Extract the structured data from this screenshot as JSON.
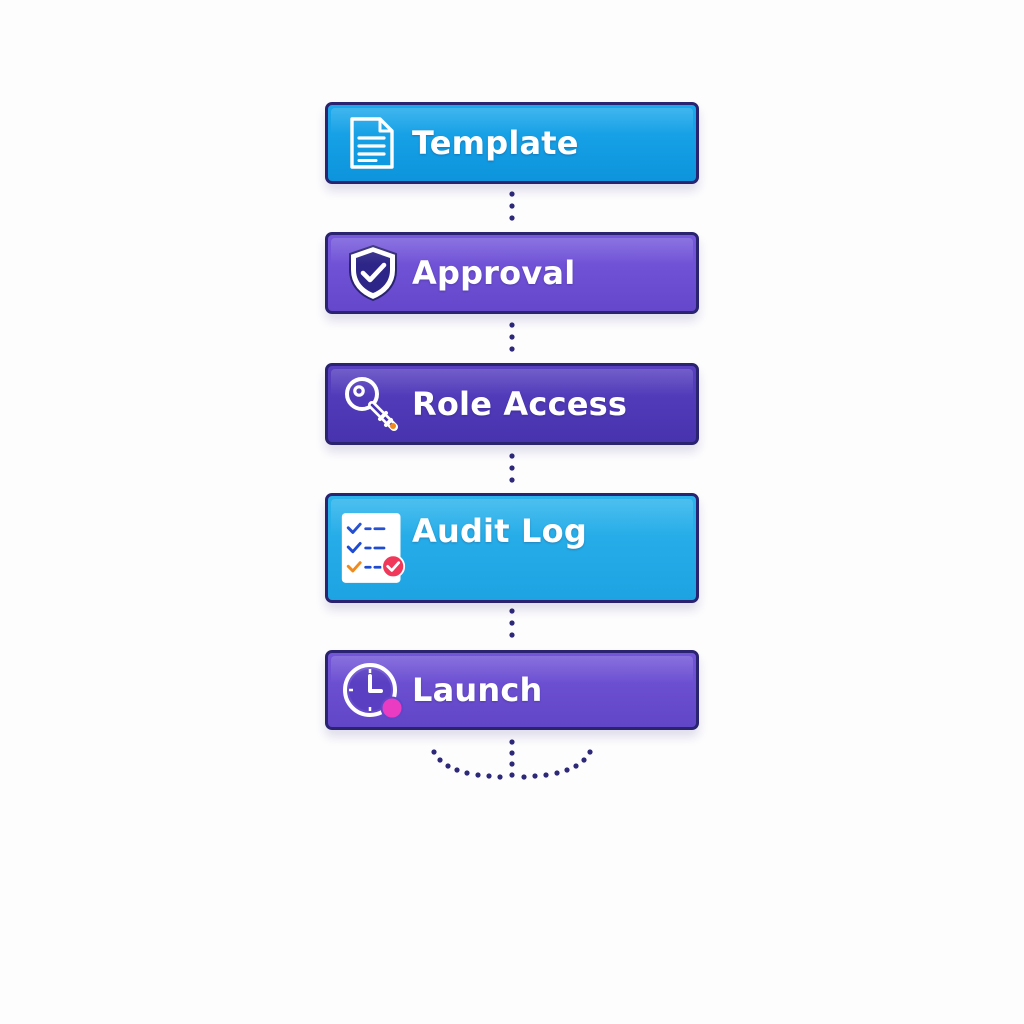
{
  "colors": {
    "blue": "#149fe6",
    "blue_light": "#27aee8",
    "purple": "#6c4fd4",
    "purple_dark": "#4e39b8",
    "outline": "#2a2370",
    "dots": "#2d2878",
    "accent_red": "#f0395a",
    "accent_pink": "#e93cc3",
    "accent_orange": "#f08a1c"
  },
  "steps": [
    {
      "label": "Template",
      "icon": "document-icon",
      "color": "#149fe6"
    },
    {
      "label": "Approval",
      "icon": "shield-check-icon",
      "color": "#6c4fd4"
    },
    {
      "label": "Role Access",
      "icon": "key-icon",
      "color": "#4e39b8"
    },
    {
      "label": "Audit Log",
      "icon": "checklist-icon",
      "color": "#27aee8"
    },
    {
      "label": "Launch",
      "icon": "clock-icon",
      "color": "#6c4fd4"
    }
  ]
}
